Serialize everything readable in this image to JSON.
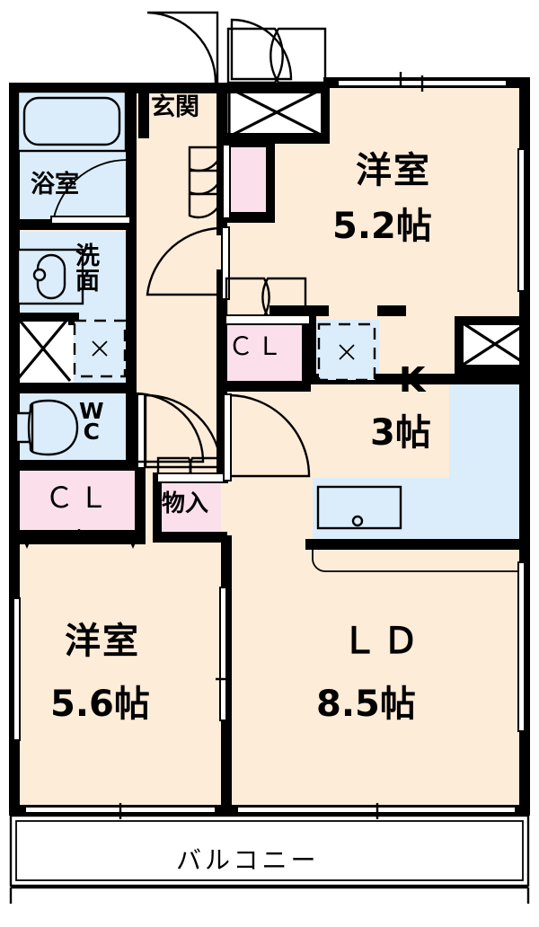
{
  "title": "間取り図",
  "colors": {
    "floor_cream": "#fdecd8",
    "floor_blue": "#dbedfa",
    "closet_pink": "#fbe0ec",
    "wall": "#000000",
    "background": "#ffffff"
  },
  "rooms": [
    {
      "id": "genkan",
      "label": "玄関",
      "size": "",
      "kind": "entrance"
    },
    {
      "id": "yoshitsu1",
      "label": "洋室",
      "size": "5.2帖",
      "kind": "western-room"
    },
    {
      "id": "yoshitsu2",
      "label": "洋室",
      "size": "5.6帖",
      "kind": "western-room"
    },
    {
      "id": "kitchen",
      "label": "K",
      "size": "3帖",
      "kind": "kitchen"
    },
    {
      "id": "ld",
      "label": "ＬＤ",
      "size": "8.5帖",
      "kind": "living-dining"
    },
    {
      "id": "bath",
      "label": "浴室",
      "size": "",
      "kind": "bathroom"
    },
    {
      "id": "washroom",
      "label": "洗面",
      "size": "",
      "kind": "washroom"
    },
    {
      "id": "toilet",
      "label": "WC",
      "size": "",
      "kind": "toilet"
    },
    {
      "id": "balcony",
      "label": "バルコニー",
      "size": "",
      "kind": "balcony"
    }
  ],
  "storages": [
    {
      "id": "cl_main",
      "label": "ＣＬ",
      "kind": "closet"
    },
    {
      "id": "cl_mid",
      "label": "ＣＬ",
      "kind": "closet"
    },
    {
      "id": "monoire",
      "label": "物入",
      "kind": "storage"
    },
    {
      "id": "cl_narrow",
      "label": "",
      "kind": "closet"
    }
  ],
  "labels": {
    "genkan": "玄関",
    "bath": "浴室",
    "washroom": "洗面",
    "wc_top": "W",
    "wc_bottom": "C",
    "cl_main": "ＣＬ",
    "cl_mid": "ＣＬ",
    "monoire": "物入",
    "room1_name": "洋室",
    "room1_size": "5.2帖",
    "room2_name": "洋室",
    "room2_size": "5.6帖",
    "kitchen_name": "K",
    "kitchen_size": "3帖",
    "ld_name": "ＬＤ",
    "ld_size": "8.5帖",
    "balcony": "バルコニー"
  },
  "fixtures": [
    {
      "id": "bathtub",
      "name": "bathtub"
    },
    {
      "id": "vanity-sink",
      "name": "vanity-sink"
    },
    {
      "id": "washer-pan",
      "name": "washing-machine-pan"
    },
    {
      "id": "toilet-bowl",
      "name": "toilet-bowl"
    },
    {
      "id": "kitchen-sink",
      "name": "kitchen-sink-counter"
    },
    {
      "id": "aircon-1",
      "name": "air-conditioner-outlet"
    }
  ]
}
